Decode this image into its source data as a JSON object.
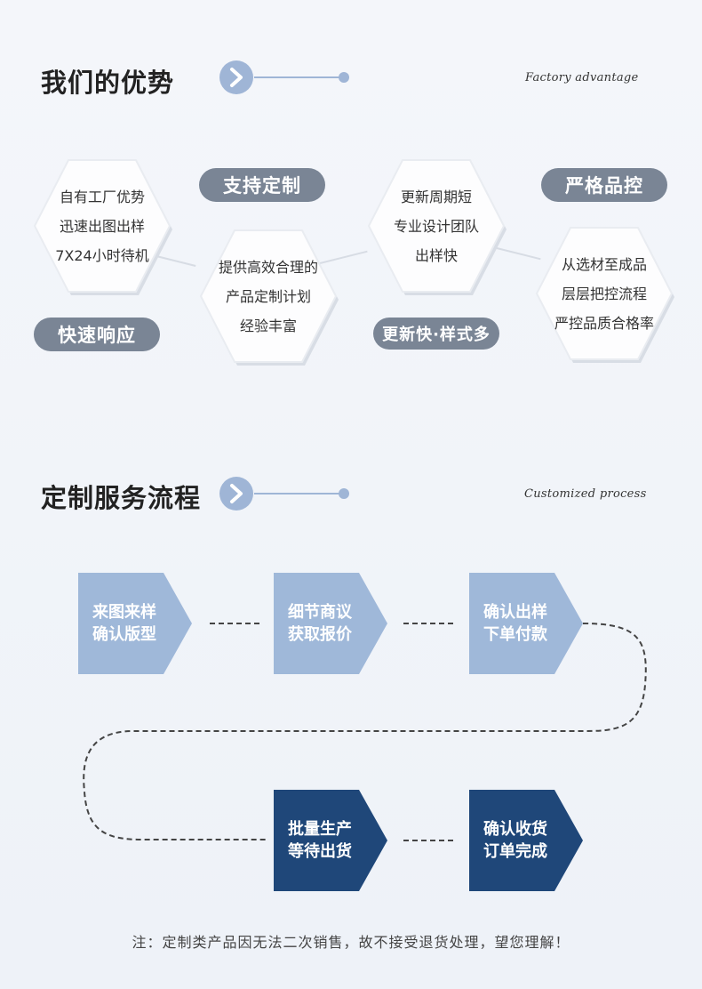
{
  "advantage": {
    "title": "我们的优势",
    "title_en": "Factory advantage",
    "hexes": [
      {
        "lines": [
          "自有工厂优势",
          "迅速出图出样",
          "7X24小时待机"
        ]
      },
      {
        "lines": [
          "提供高效合理的",
          "产品定制计划",
          "经验丰富"
        ]
      },
      {
        "lines": [
          "更新周期短",
          "专业设计团队",
          "出样快"
        ]
      },
      {
        "lines": [
          "从选材至成品",
          "层层把控流程",
          "严控品质合格率"
        ]
      }
    ],
    "pills": [
      "快速响应",
      "支持定制",
      "更新快·样式多",
      "严格品控"
    ]
  },
  "process": {
    "title": "定制服务流程",
    "title_en": "Customized process",
    "steps": [
      {
        "lines": [
          "来图来样",
          "确认版型"
        ]
      },
      {
        "lines": [
          "细节商议",
          "获取报价"
        ]
      },
      {
        "lines": [
          "确认出样",
          "下单付款"
        ]
      },
      {
        "lines": [
          "批量生产",
          "等待出货"
        ]
      },
      {
        "lines": [
          "确认收货",
          "订单完成"
        ]
      }
    ]
  },
  "note": "注：定制类产品因无法二次销售，故不接受退货处理，望您理解！",
  "colors": {
    "step_light": "#9fb8d9",
    "step_dark": "#1f4779",
    "pill": "#7a8595",
    "deco": "#9fb5d6"
  }
}
